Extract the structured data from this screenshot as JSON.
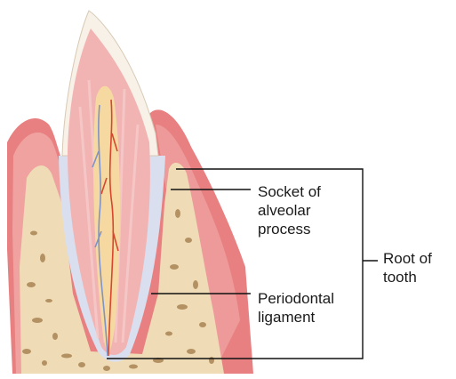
{
  "labels": {
    "socket": [
      "Socket of",
      "alveolar",
      "process"
    ],
    "periodontal": [
      "Periodontal",
      "ligament"
    ],
    "root": [
      "Root of",
      "tooth"
    ]
  },
  "colors": {
    "gum": "#e87f80",
    "gum_light": "#f3b1ae",
    "bone": "#efdcb6",
    "bone_hole": "#a98555",
    "enamel": "#f7f1e8",
    "dentin": "#f2b3b3",
    "pulp": "#f6d9a1",
    "vessel_red": "#d8462e",
    "vessel_blue": "#7f93c6",
    "ligament": "#d9dfee",
    "leader": "#111111"
  }
}
